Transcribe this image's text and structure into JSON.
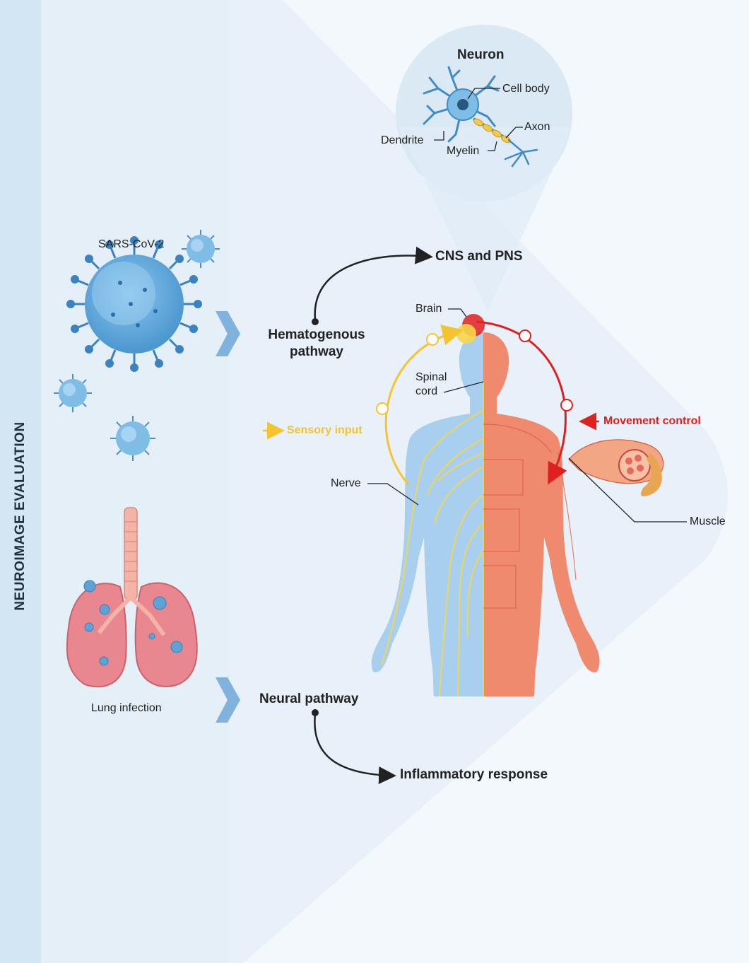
{
  "side_title": "NEUROIMAGE EVALUATION",
  "virus_label": "SARS-CoV-2",
  "lung_label": "Lung infection",
  "hematogenous_label": "Hematogenous pathway",
  "neural_pathway_label": "Neural pathway",
  "cns_pns_label": "CNS and PNS",
  "inflammatory_label": "Inflammatory response",
  "neuron": {
    "title": "Neuron",
    "cell_body": "Cell body",
    "axon": "Axon",
    "dendrite": "Dendrite",
    "myelin": "Myelin"
  },
  "body": {
    "brain": "Brain",
    "spinal_cord": "Spinal cord",
    "nerve": "Nerve",
    "muscle": "Muscle",
    "sensory_input": "Sensory input",
    "movement_control": "Movement control"
  },
  "colors": {
    "side_band": "#d3e6f4",
    "virus_blue": "#5aa5d8",
    "lung_pink": "#e07a80",
    "nerve_yellow": "#f4c430",
    "muscle_red": "#e02020",
    "muscle_skin": "#f08a6e",
    "body_blue": "#a9cfee",
    "chevron": "#7fb3dd"
  }
}
